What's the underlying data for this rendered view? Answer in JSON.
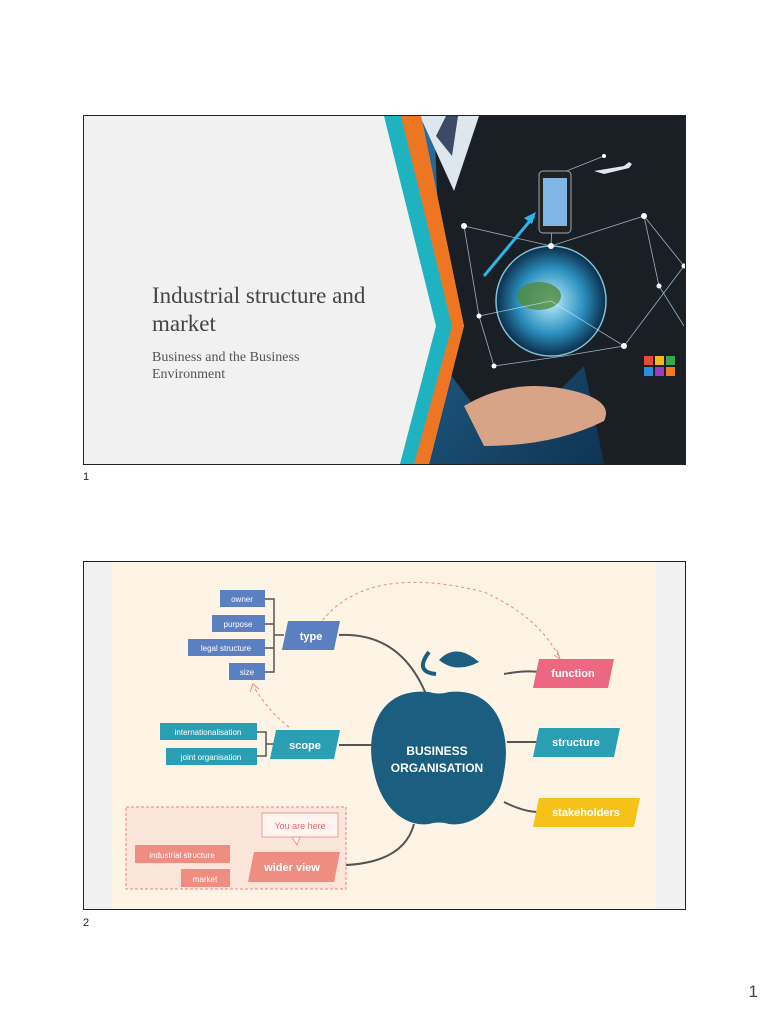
{
  "page": {
    "number": "1"
  },
  "slides": [
    {
      "number": "1",
      "title": "Industrial structure and market",
      "subtitle": "Business and the Business Environment",
      "colors": {
        "teal": "#1fb3c2",
        "orange": "#ee7623",
        "background": "#f1f1f1"
      }
    },
    {
      "number": "2",
      "mindmap": {
        "center": "BUSINESS ORGANISATION",
        "type": {
          "label": "type",
          "items": [
            "owner",
            "purpose",
            "legal structure",
            "size"
          ]
        },
        "scope": {
          "label": "scope",
          "items": [
            "internationalisation",
            "joint organisation"
          ]
        },
        "wider_view": {
          "label": "wider view",
          "items": [
            "industrial structure",
            "market"
          ],
          "callout": "You are here"
        },
        "right": [
          "function",
          "structure",
          "stakeholders"
        ]
      },
      "colors": {
        "blue": "#5b80c2",
        "teal": "#2a9fb4",
        "salmon": "#ef8d83",
        "pink": "#ec6782",
        "yellow": "#f6c219",
        "apple": "#1b5e80",
        "cream": "#fdf4e6"
      }
    }
  ]
}
